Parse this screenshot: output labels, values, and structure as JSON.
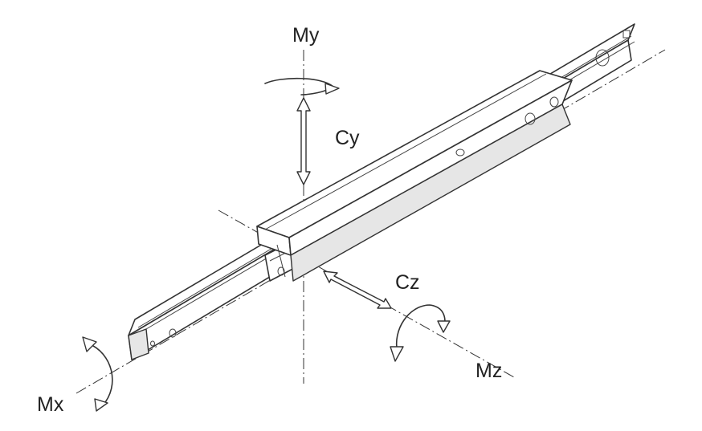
{
  "diagram": {
    "labels": {
      "my": "My",
      "cy": "Cy",
      "cz": "Cz",
      "mz": "Mz",
      "mx": "Mx"
    }
  }
}
